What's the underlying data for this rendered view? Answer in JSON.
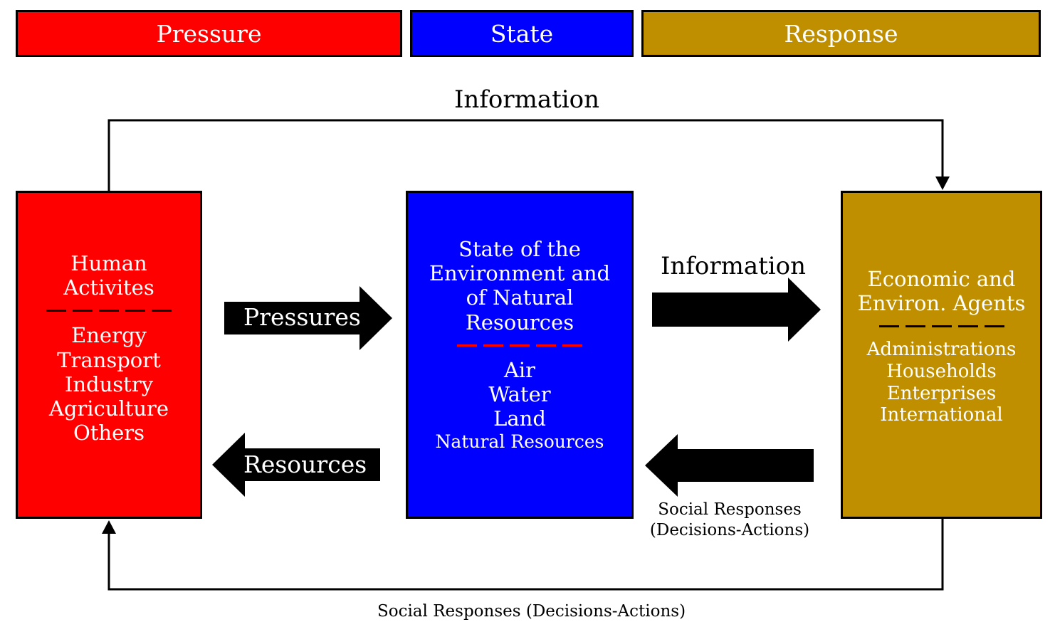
{
  "header": {
    "pressure": "Pressure",
    "state": "State",
    "response": "Response"
  },
  "pressure_box": {
    "title_lines": [
      "Human",
      "Activites"
    ],
    "items": [
      "Energy",
      "Transport",
      "Industry",
      "Agriculture",
      "Others"
    ]
  },
  "state_box": {
    "title_lines": [
      "State of the",
      "Environment and",
      "of Natural",
      "Resources"
    ],
    "items": [
      "Air",
      "Water",
      "Land",
      "Natural Resources"
    ]
  },
  "response_box": {
    "title_lines": [
      "Economic and",
      "Environ. Agents"
    ],
    "items": [
      "Administrations",
      "Households",
      "Enterprises",
      "International"
    ]
  },
  "arrows": {
    "pressures": "Pressures",
    "resources": "Resources",
    "information_mid": "Information",
    "information_top": "Information",
    "social_mid_line1": "Social Responses",
    "social_mid_line2": "(Decisions-Actions)",
    "social_bottom": "Social Responses (Decisions-Actions)"
  },
  "colors": {
    "pressure": "#ff0000",
    "state": "#0000ff",
    "response": "#bf8f00",
    "arrow": "#000000"
  }
}
